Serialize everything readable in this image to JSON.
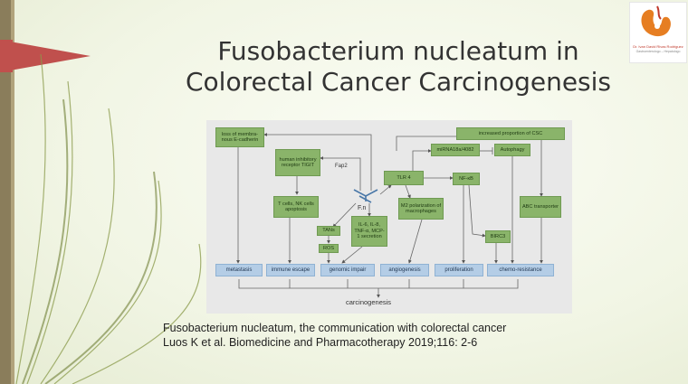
{
  "slide": {
    "title_line1": "Fusobacterium nucleatum in",
    "title_line2": "Colorectal Cancer Carcinogenesis",
    "citation_line1": "Fusobacterium nucleatum, the communication with colorectal cancer",
    "citation_line2": "Luos K et al. Biomedicine and Pharmacotherapy 2019;116: 2-6",
    "logo_caption": "Dr. Ivan David Rivas Rodriguez",
    "logo_sub": "Gastroenterologo – Hepatologo",
    "accent_color": "#c0504d"
  },
  "diagram": {
    "center_label": "F.n",
    "fap2_label": "Fap2",
    "boxes": {
      "loss_ecadherin": "loss of membra-nous E-cadherin",
      "tigit": "human inhibitory receptor TIGIT",
      "tcells": "T cells, NK cells apoptosis",
      "tans": "TANs",
      "ros": "ROS",
      "cytokines": "IL-6, IL-8, TNF-α, MCP-1 secretion",
      "tlr4": "TLR 4",
      "m2": "M2 polarization of macrophages",
      "mirna": "miRNA18a/4082",
      "autophagy": "Autophagy",
      "csc": "increased proportion of CSC",
      "nfkb": "NF-κB",
      "birc3": "BIRC3",
      "abc": "ABC transporter"
    },
    "outcomes": {
      "metastasis": "metastasis",
      "immune_escape": "immune escape",
      "genomic_impair": "genomic impair",
      "angiogenesis": "angiogenesis",
      "proliferation": "proliferation",
      "chemo_resistance": "chemo-resistance"
    },
    "bottom_label": "carcinogenesis"
  }
}
